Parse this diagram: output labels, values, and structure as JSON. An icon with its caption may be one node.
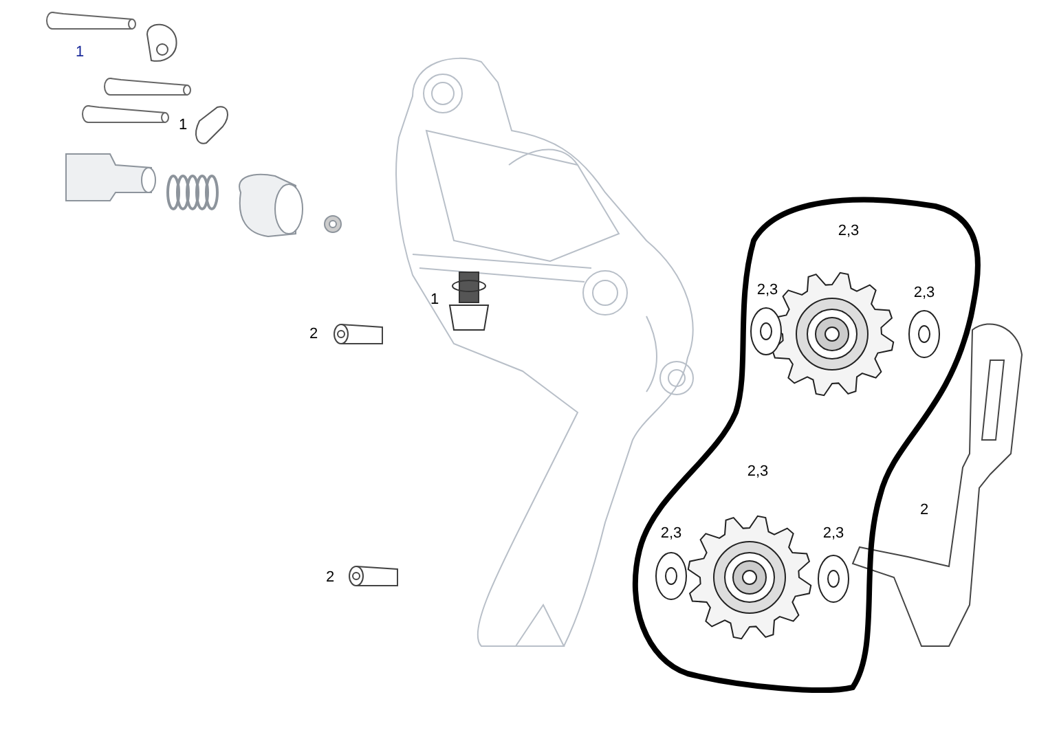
{
  "diagram": {
    "labels": [
      "1",
      "1",
      "1",
      "2",
      "2,3",
      "2,3",
      "2,3",
      "2,3",
      "2",
      "2,3",
      "2,3",
      "2"
    ]
  }
}
